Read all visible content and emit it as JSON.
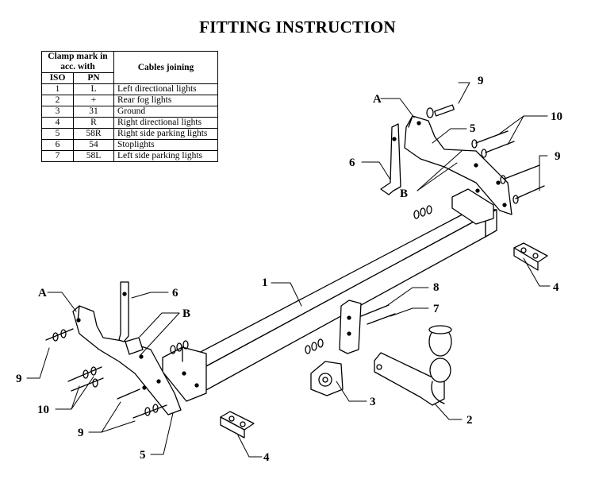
{
  "title": "FITTING INSTRUCTION",
  "table": {
    "header_clamp": "Clamp mark in acc. with",
    "header_iso": "ISO",
    "header_pn": "PN",
    "header_cables": "Cables joining",
    "rows": [
      {
        "iso": "1",
        "pn": "L",
        "cable": "Left directional lights"
      },
      {
        "iso": "2",
        "pn": "+",
        "cable": "Rear fog lights"
      },
      {
        "iso": "3",
        "pn": "31",
        "cable": "Ground"
      },
      {
        "iso": "4",
        "pn": "R",
        "cable": "Right directional lights"
      },
      {
        "iso": "5",
        "pn": "58R",
        "cable": "Right side parking lights"
      },
      {
        "iso": "6",
        "pn": "54",
        "cable": "Stoplights"
      },
      {
        "iso": "7",
        "pn": "58L",
        "cable": "Left side parking lights"
      }
    ]
  },
  "labels": {
    "a_right": "A",
    "b_right": "B",
    "five_right": "5",
    "six_right": "6",
    "nine_top": "9",
    "ten_right": "10",
    "nine_right": "9",
    "four_right": "4",
    "one": "1",
    "eight": "8",
    "seven": "7",
    "three": "3",
    "two": "2",
    "a_left": "A",
    "six_left": "6",
    "b_left": "B",
    "nine_left": "9",
    "ten_left": "10",
    "nine_bottom": "9",
    "five_left": "5",
    "four_left": "4"
  }
}
